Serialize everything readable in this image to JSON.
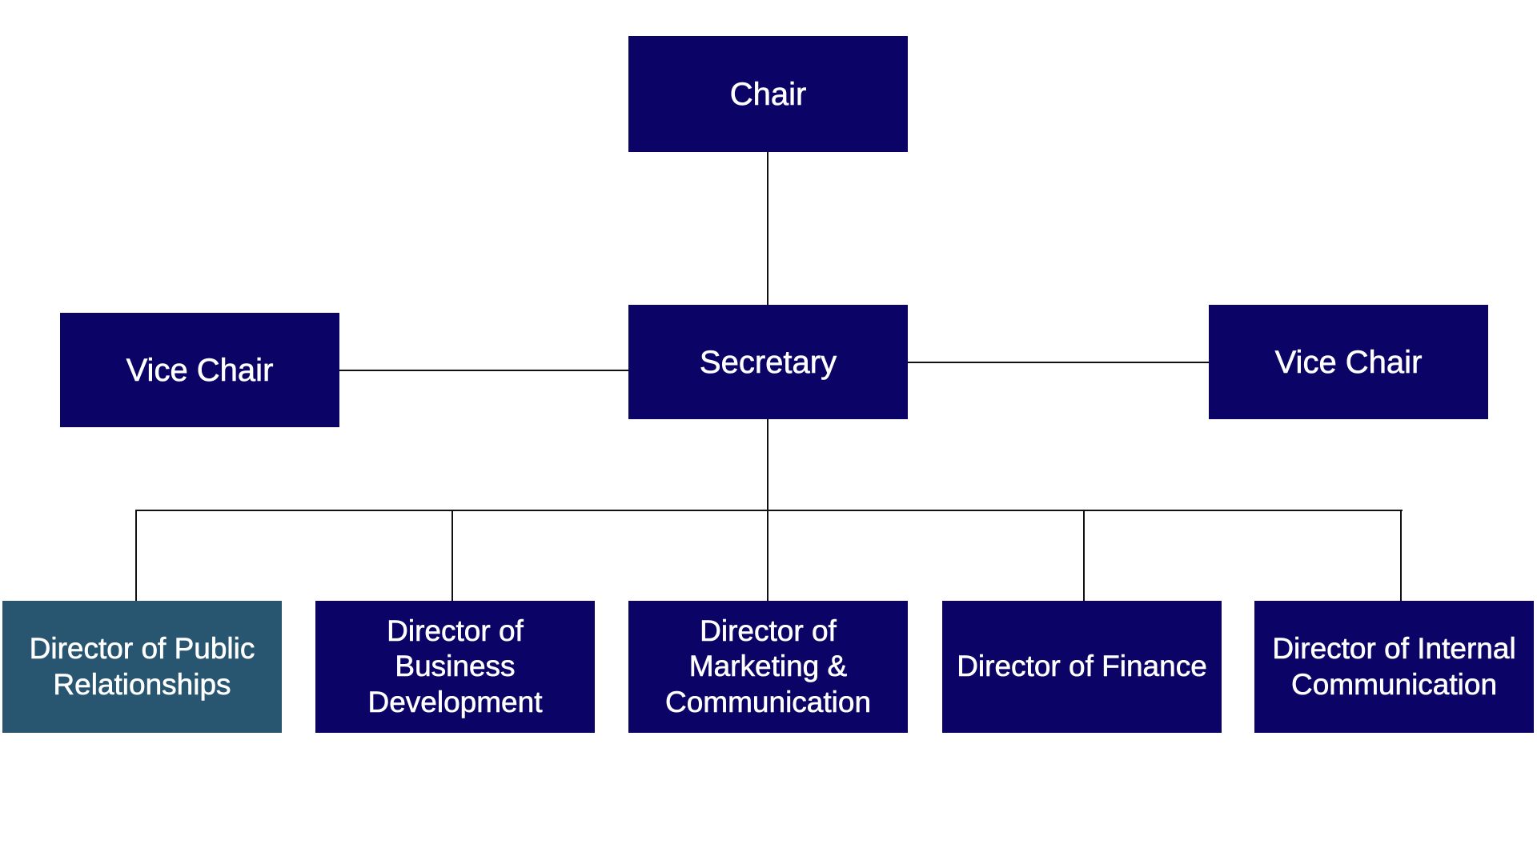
{
  "colors": {
    "box": "#0b0466",
    "highlight_box": "#285670",
    "line": "#111111",
    "text": "#ffffff"
  },
  "nodes": {
    "chair": "Chair",
    "secretary": "Secretary",
    "vice_chair_left": "Vice Chair",
    "vice_chair_right": "Vice Chair",
    "directors": [
      "Director of Public Relationships",
      "Director of Business Development",
      "Director of Marketing & Communication",
      "Director of Finance",
      "Director of Internal Communication"
    ]
  }
}
